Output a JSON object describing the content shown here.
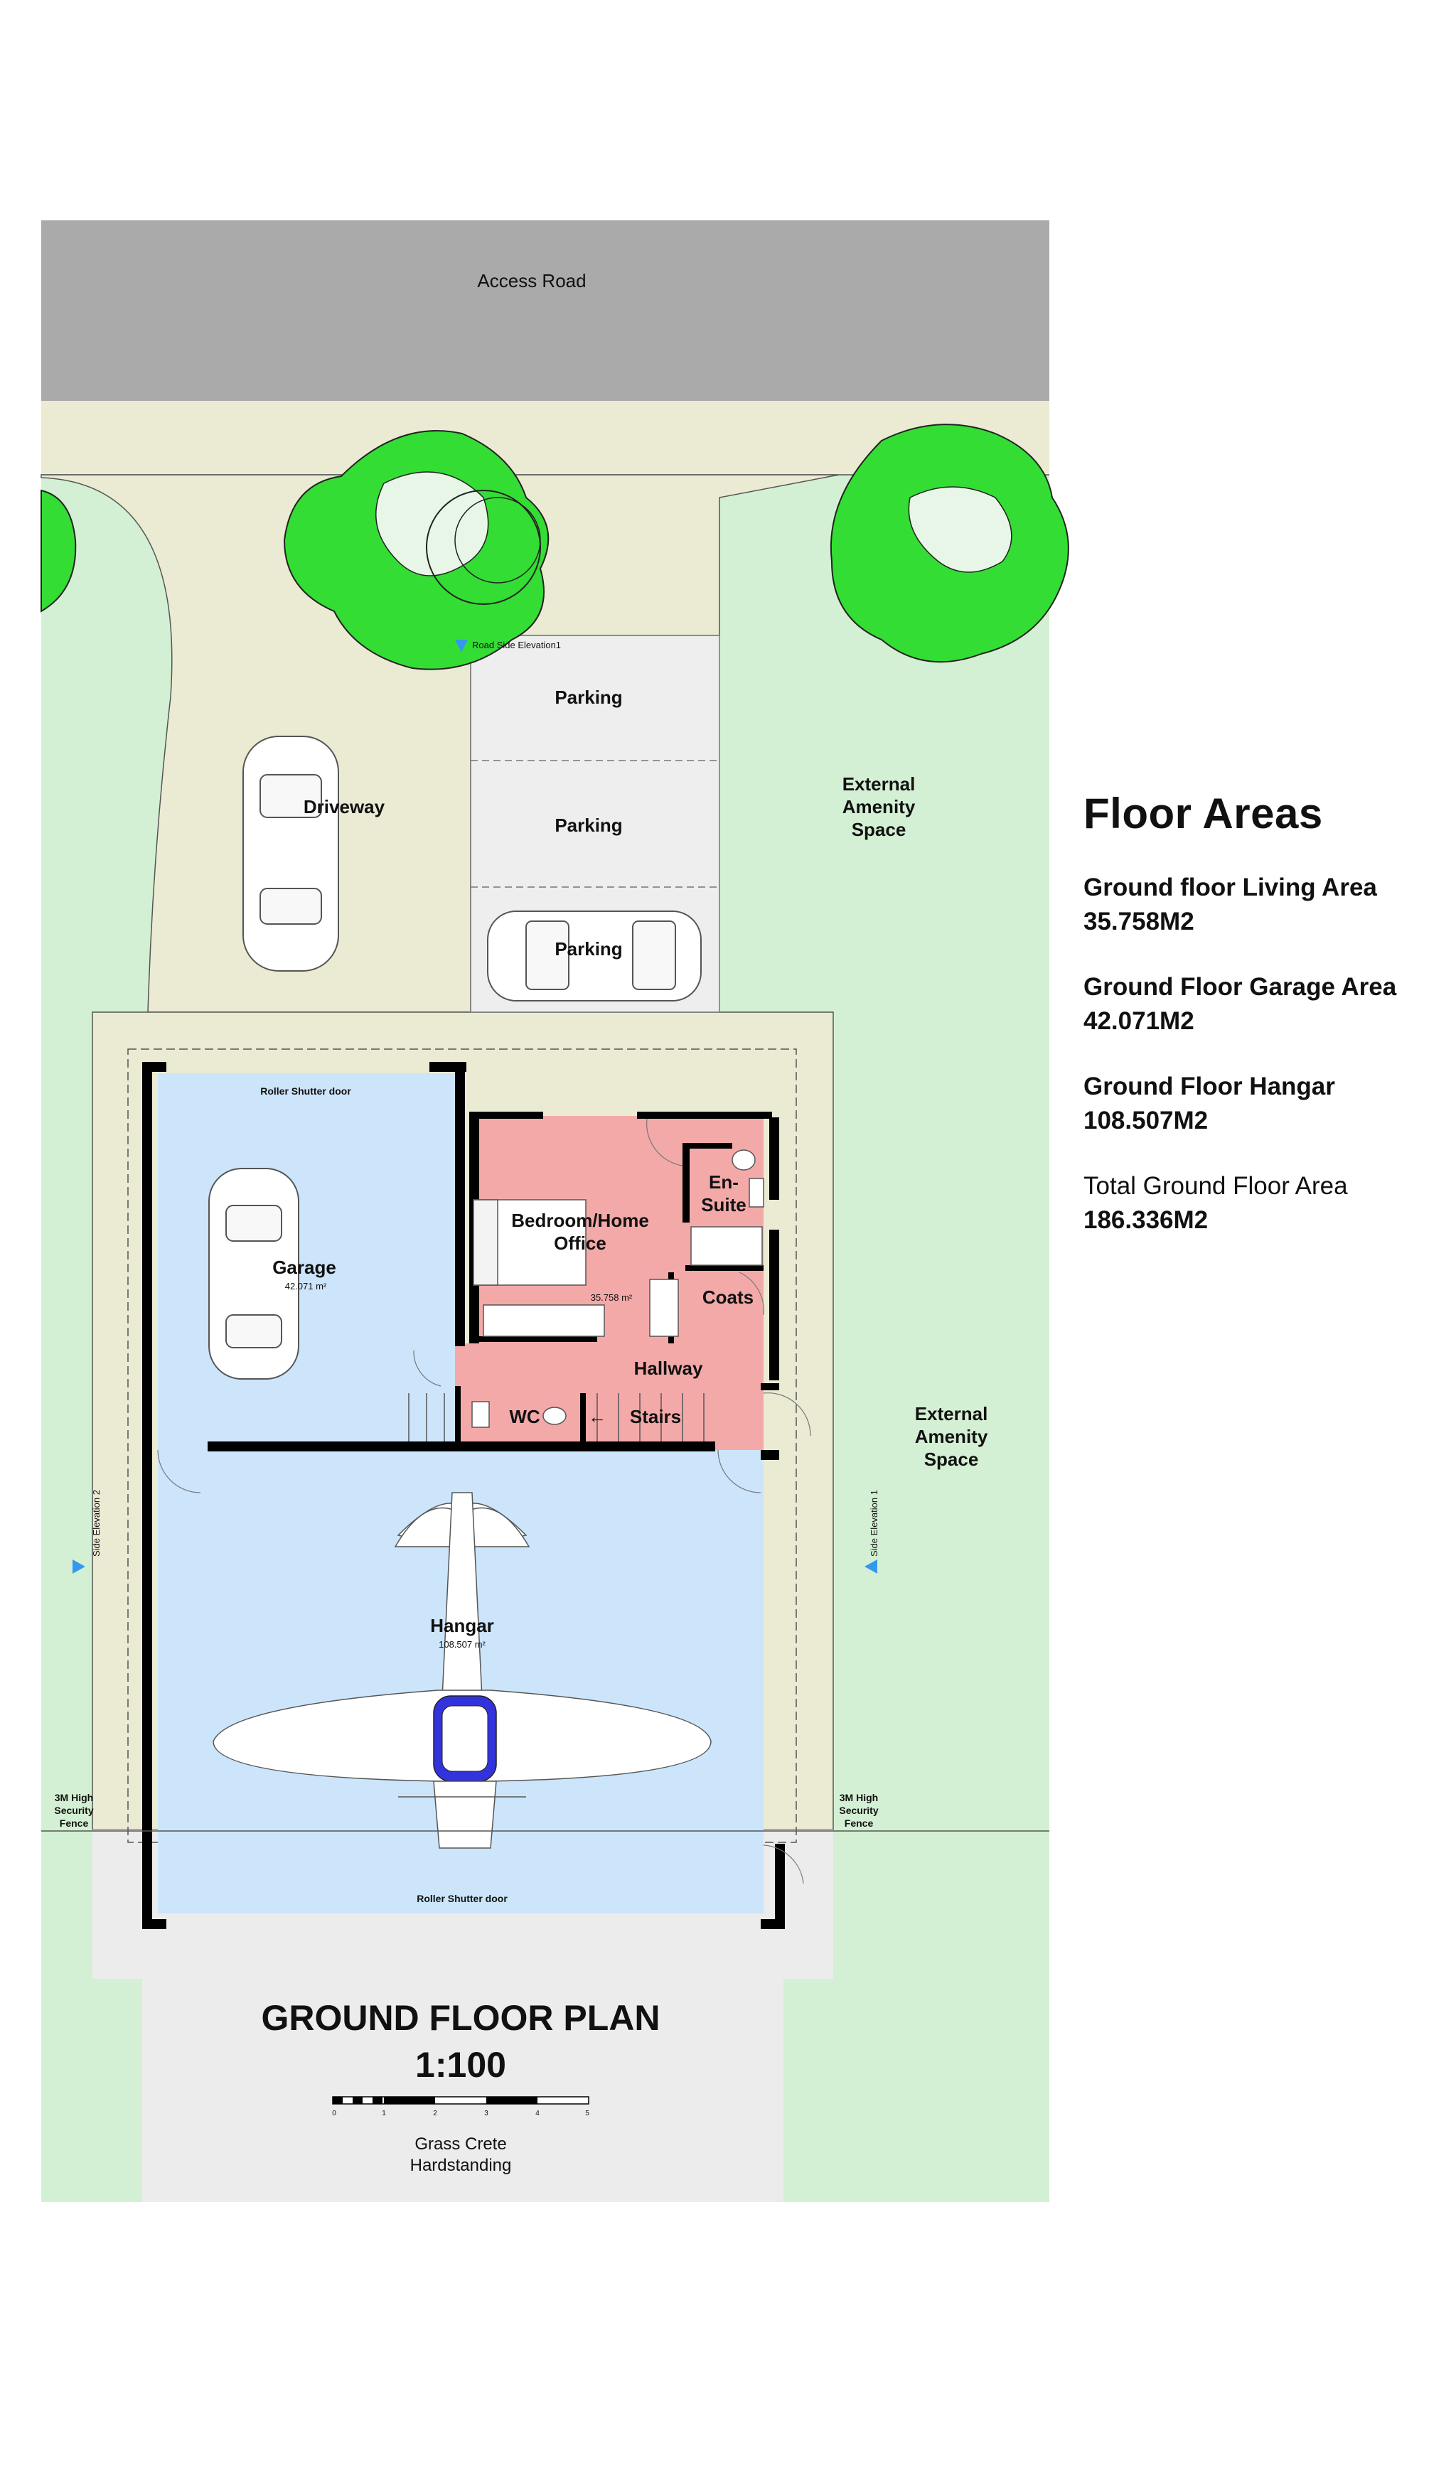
{
  "plan": {
    "road_label": "Access Road",
    "road_elevation_label": "Road Side Elevation1",
    "side_elevation_left": "Side Elevation 2",
    "side_elevation_right": "Side Elevation 1",
    "parking": [
      "Parking",
      "Parking",
      "Parking"
    ],
    "driveway": "Driveway",
    "external_amenity_top": [
      "External",
      "Amenity",
      "Space"
    ],
    "external_amenity_right": [
      "External",
      "Amenity",
      "Space"
    ],
    "fence_left": [
      "3M High",
      "Security",
      "Fence"
    ],
    "fence_right": [
      "3M High",
      "Security",
      "Fence"
    ],
    "roller_top": "Roller Shutter door",
    "roller_bottom": "Roller Shutter door",
    "garage": {
      "name": "Garage",
      "area": "42.071 m²"
    },
    "bedroom": {
      "name": [
        "Bedroom/Home",
        "Office"
      ],
      "area": "35.758 m²"
    },
    "ensuite": [
      "En-",
      "Suite"
    ],
    "coats": "Coats",
    "hallway": "Hallway",
    "wc": "WC",
    "stairs": "Stairs",
    "hangar": {
      "name": "Hangar",
      "area": "108.507 m²"
    },
    "title": "GROUND FLOOR PLAN",
    "scale": "1:100",
    "scale_ticks": [
      "0",
      "1",
      "2",
      "3",
      "4",
      "5"
    ],
    "hardstanding": [
      "Grass Crete",
      "Hardstanding"
    ]
  },
  "floor_areas": {
    "heading": "Floor Areas",
    "items": [
      {
        "title": "Ground floor Living Area",
        "value": "35.758M2"
      },
      {
        "title": "Ground Floor Garage Area",
        "value": "42.071M2"
      },
      {
        "title": "Ground Floor Hangar",
        "value": "108.507M2"
      },
      {
        "title": "Total Ground Floor Area",
        "value": "186.336M2"
      }
    ]
  },
  "colors": {
    "road": "#aaaaaa",
    "grass": "#d4f0d4",
    "beige": "#ebebd3",
    "tree": "#33dd33",
    "blue_room": "#cce5fb",
    "pink_room": "#f4a9a9",
    "hardstanding": "#ececec",
    "parking": "#eeeeee",
    "arrow": "#3399ee",
    "wall": "#000000"
  }
}
